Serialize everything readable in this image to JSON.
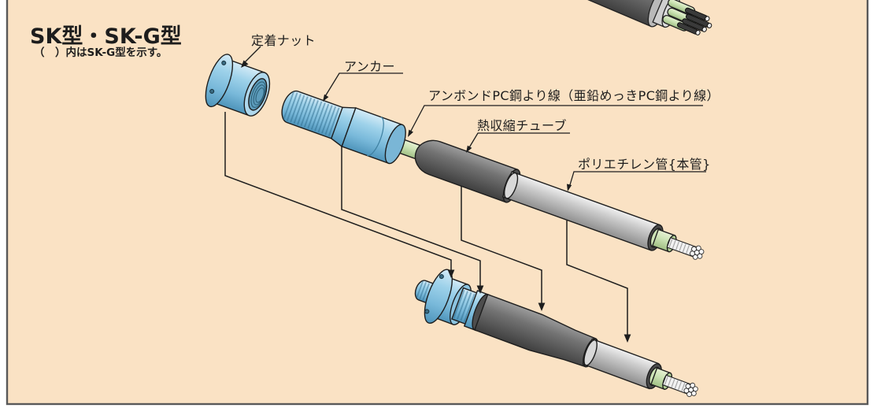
{
  "panel": {
    "title": "SK型・SK-G型",
    "subtitle": "（　）内はSK-G型を示す。"
  },
  "labels": [
    {
      "id": "fixing-nut",
      "text": "定着ナット"
    },
    {
      "id": "anchor",
      "text": "アンカー"
    },
    {
      "id": "pc-strand",
      "text": "アンボンドPC鋼より線（亜鉛めっきPC鋼より線）"
    },
    {
      "id": "heat-shrink-tube",
      "text": "熱収縮チューブ"
    },
    {
      "id": "polyethylene-pipe",
      "text": "ポリエチレン管{本管}"
    }
  ],
  "colors": {
    "panel_background": "#FAE2C4",
    "panel_border": "#595959",
    "part_blue": "#8EC6E4",
    "heat_shrink_gray": "#6E6E6E",
    "pipe_gray": "#C9C9C9",
    "strand_green": "#CBE3B4",
    "steel_white": "#F2F2F2",
    "line_black": "#1D1D1D"
  }
}
